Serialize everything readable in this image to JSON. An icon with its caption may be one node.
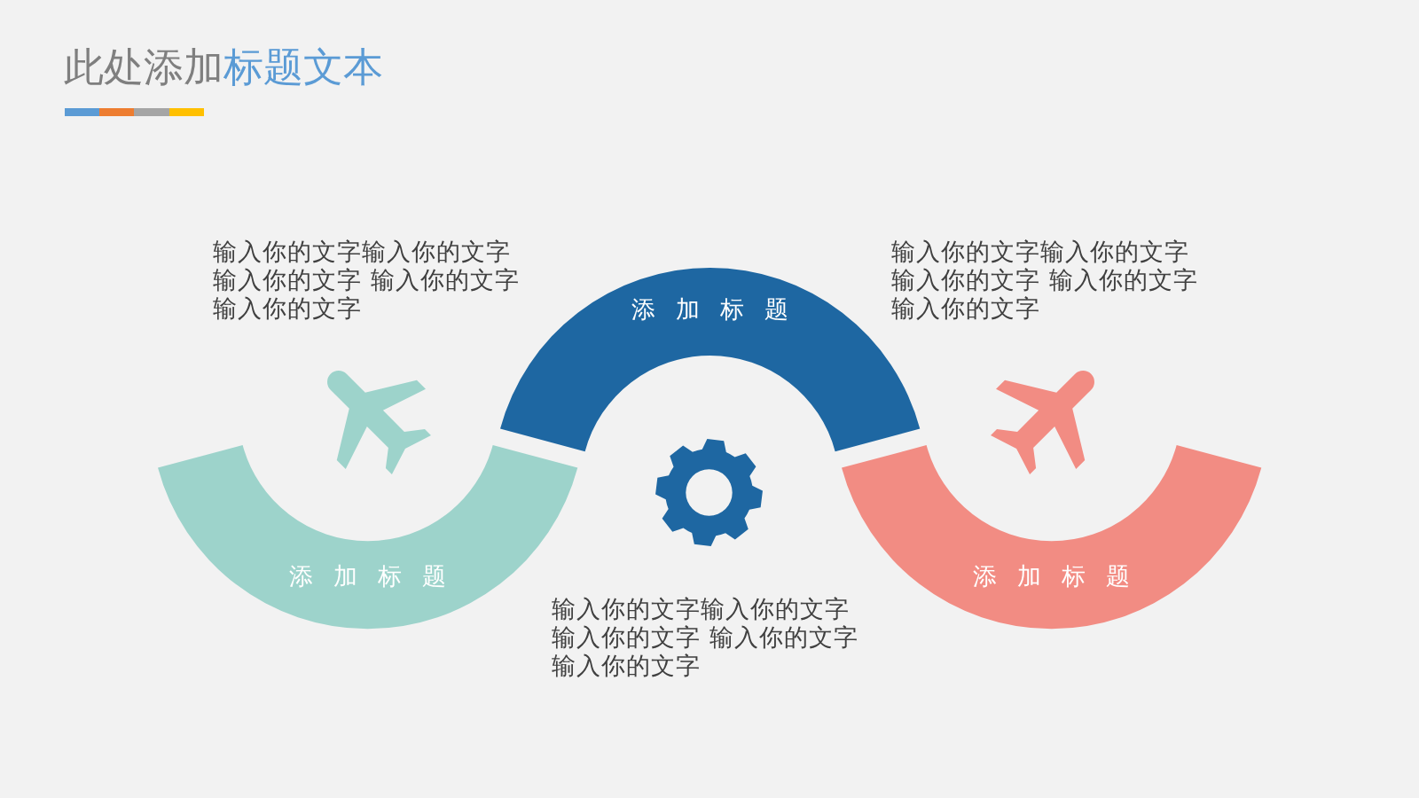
{
  "diagram": {
    "title": "此处添加标题文本",
    "nodes": [
      {
        "text": [
          "添加标题"
        ]
      },
      {
        "text": [
          "添加标题"
        ]
      },
      {
        "text": [
          "添加标题"
        ]
      }
    ],
    "labels": [
      "输入你的文字输入你的文字输入你的文字 输入你的文字输入你的文字",
      "输入你的文字输入你的文字输入你的文字 输入你的文字输入你的文字",
      "输入你的文字输入你的文字输入你的文字 输入你的文字输入你的文字"
    ]
  }
}
